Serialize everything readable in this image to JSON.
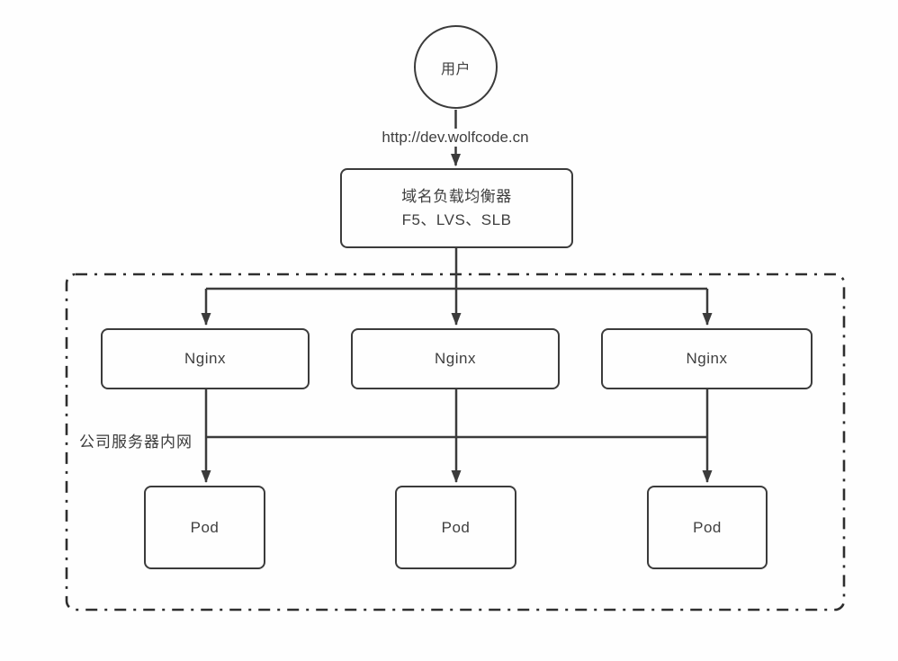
{
  "diagram": {
    "title": "kubernetes-ingress-architecture",
    "user_node": {
      "label": "用户"
    },
    "url_label": "http://dev.wolfcode.cn",
    "load_balancer": {
      "line1": "域名负载均衡器",
      "line2": "F5、LVS、SLB"
    },
    "intranet": {
      "label": "公司服务器内网"
    },
    "nginx_nodes": [
      {
        "label": "Nginx"
      },
      {
        "label": "Nginx"
      },
      {
        "label": "Nginx"
      }
    ],
    "pod_nodes": [
      {
        "label": "Pod"
      },
      {
        "label": "Pod"
      },
      {
        "label": "Pod"
      }
    ],
    "colors": {
      "stroke": "#3b3b3b",
      "text": "#3f3f3f",
      "background": "#fefefe"
    }
  }
}
